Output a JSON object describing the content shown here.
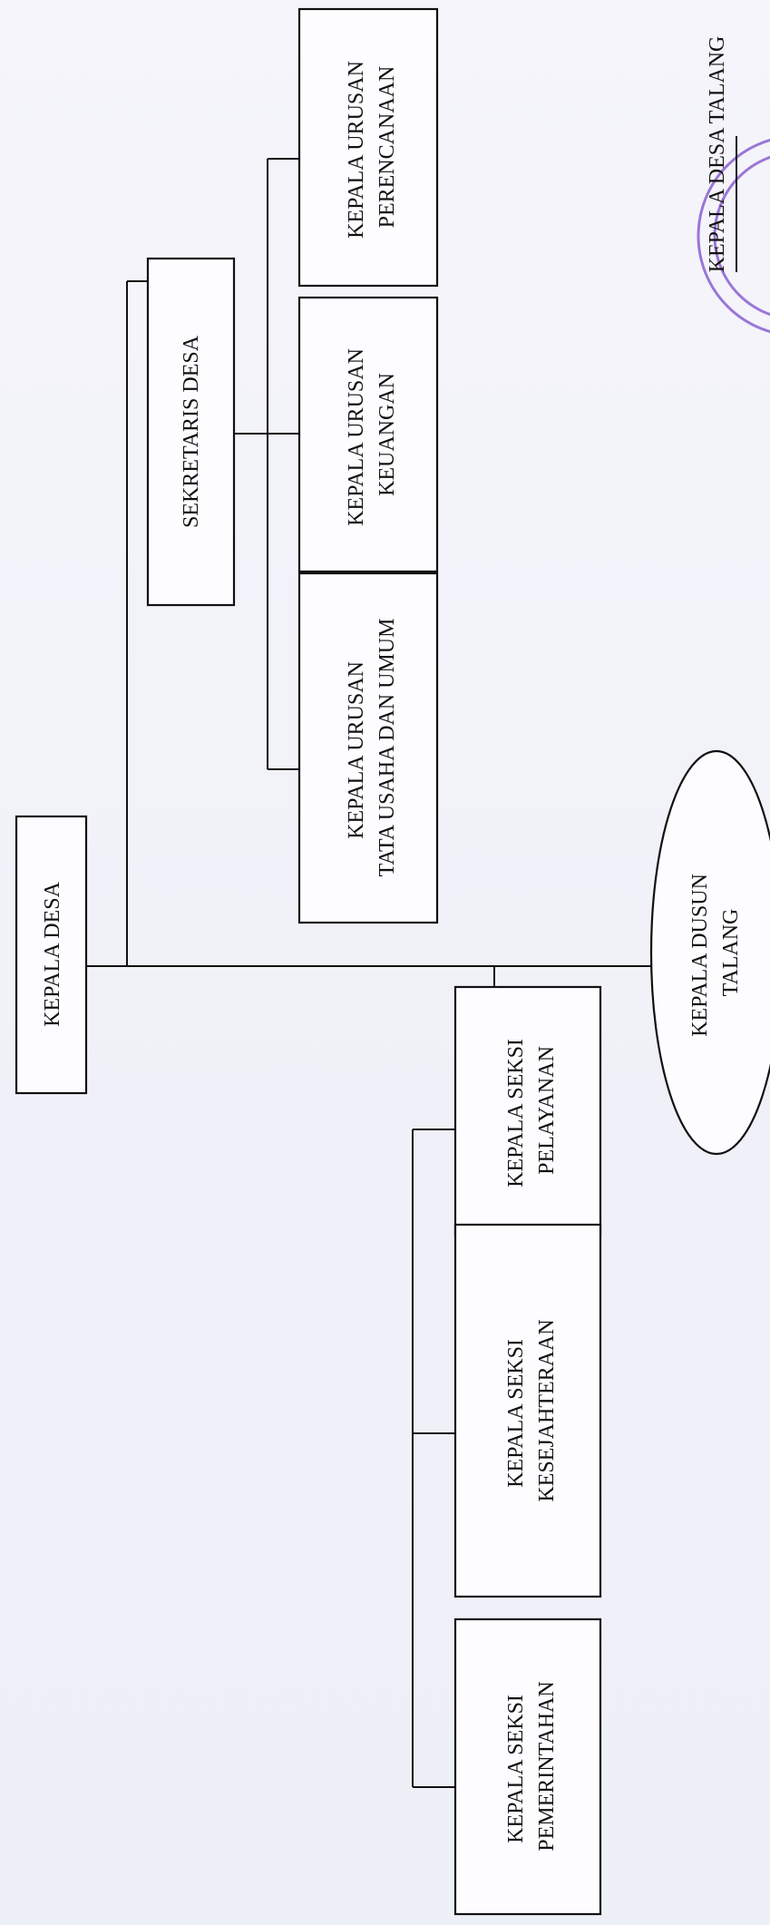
{
  "nodes": {
    "kepala_desa": [
      "KEPALA DESA"
    ],
    "sekretaris_desa": [
      "SEKRETARIS DESA"
    ],
    "kaur_perencanaan": [
      "KEPALA URUSAN",
      "PERENCANAAN"
    ],
    "kaur_keuangan": [
      "KEPALA URUSAN",
      "KEUANGAN"
    ],
    "kaur_tata_usaha": [
      "KEPALA URUSAN",
      "TATA USAHA DAN UMUM"
    ],
    "kasi_pelayanan": [
      "KEPALA SEKSI",
      "PELAYANAN"
    ],
    "kasi_kesejahteraan": [
      "KEPALA SEKSI",
      "KESEJAHTERAAN"
    ],
    "kasi_pemerintahan": [
      "KEPALA SEKSI",
      "PEMERINTAHAN"
    ],
    "kepala_dusun": [
      "KEPALA DUSUN",
      "TALANG"
    ],
    "signature": [
      "KEPALA DESA TALANG"
    ]
  },
  "colors": {
    "stamp": "#8a5fd0",
    "line": "#111111"
  },
  "icons": {
    "stamp": "official-seal-icon"
  }
}
